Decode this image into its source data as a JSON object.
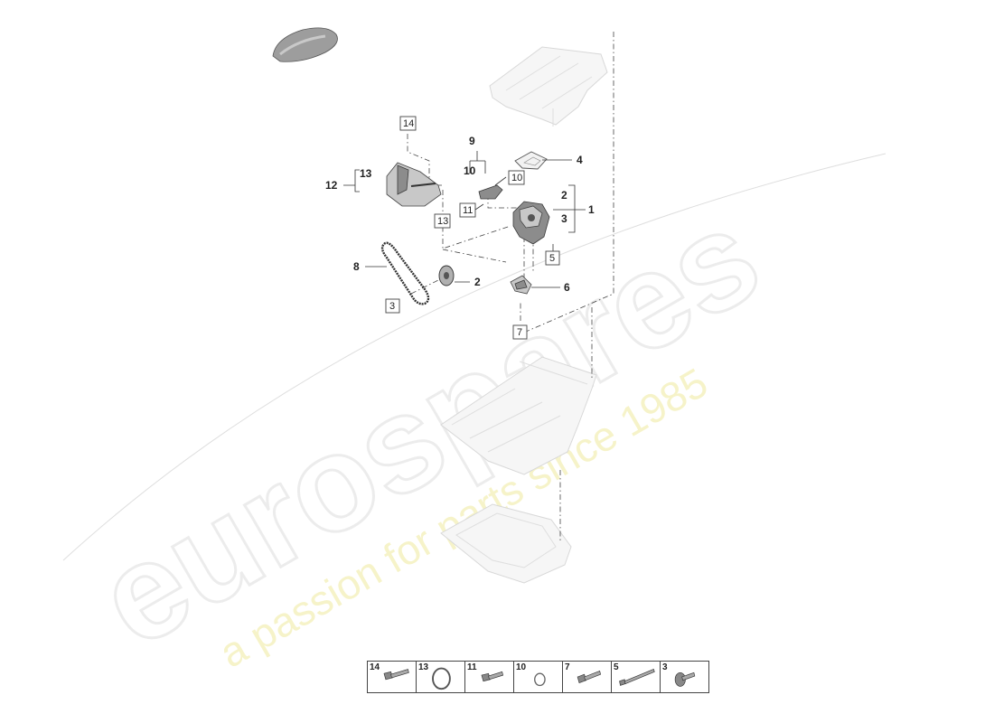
{
  "watermark": {
    "brand": "eurospares",
    "tagline": "a passion for parts since 1985"
  },
  "callouts": {
    "c1": "1",
    "c2_top": "2",
    "c3_top": "3",
    "c2_wheel": "2",
    "c4": "4",
    "c6": "6",
    "c8": "8",
    "c9": "9",
    "c10": "10",
    "c12": "12",
    "c13": "13"
  },
  "boxed_refs": {
    "b14": "14",
    "b10": "10",
    "b11": "11",
    "b13": "13",
    "b5": "5",
    "b3": "3",
    "b7": "7"
  },
  "legend": [
    {
      "label": "14",
      "icon": "long-bolt-icon"
    },
    {
      "label": "13",
      "icon": "o-ring-large-icon"
    },
    {
      "label": "11",
      "icon": "bolt-icon"
    },
    {
      "label": "10",
      "icon": "o-ring-small-icon"
    },
    {
      "label": "7",
      "icon": "bolt-icon"
    },
    {
      "label": "5",
      "icon": "long-thin-bolt-icon"
    },
    {
      "label": "3",
      "icon": "flange-bolt-icon"
    }
  ]
}
